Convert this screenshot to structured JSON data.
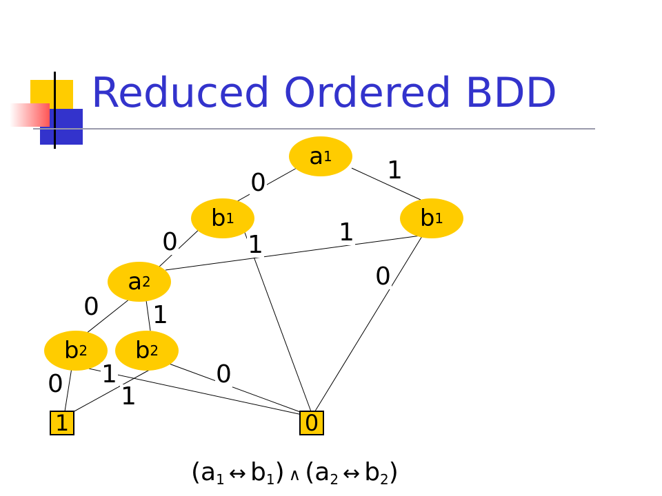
{
  "slide": {
    "title": "Reduced Ordered BDD",
    "colors": {
      "title": "#3333cc",
      "node_fill": "#ffcc00",
      "deco_yellow": "#ffcc00",
      "deco_blue": "#3333cc",
      "deco_red": "#ff3333"
    }
  },
  "diagram": {
    "nodes": [
      {
        "id": "root",
        "var": "a",
        "sub": "1"
      },
      {
        "id": "b1-left",
        "var": "b",
        "sub": "1"
      },
      {
        "id": "b1-right",
        "var": "b",
        "sub": "1"
      },
      {
        "id": "a2",
        "var": "a",
        "sub": "2"
      },
      {
        "id": "b2-left",
        "var": "b",
        "sub": "2"
      },
      {
        "id": "b2-right",
        "var": "b",
        "sub": "2"
      }
    ],
    "terminals": [
      {
        "id": "terminal-1",
        "label": "1"
      },
      {
        "id": "terminal-0",
        "label": "0"
      }
    ],
    "edge_labels": [
      {
        "id": "root-low",
        "text": "0"
      },
      {
        "id": "root-high",
        "text": "1"
      },
      {
        "id": "b1l-low",
        "text": "0"
      },
      {
        "id": "b1l-high",
        "text": "1"
      },
      {
        "id": "b1r-high",
        "text": "1"
      },
      {
        "id": "b1r-low",
        "text": "0"
      },
      {
        "id": "a2-low",
        "text": "0"
      },
      {
        "id": "a2-high",
        "text": "1"
      },
      {
        "id": "b2l-low",
        "text": "0"
      },
      {
        "id": "b2l-high",
        "text": "1"
      },
      {
        "id": "b2r-high",
        "text": "1"
      },
      {
        "id": "b2r-low",
        "text": "0"
      }
    ]
  },
  "formula": {
    "open1": "(a",
    "sub1": "1",
    "iff1": "↔",
    "b1": "b",
    "sub2": "1",
    "close1": ")",
    "and": "∧",
    "open2": "(a",
    "sub3": "2",
    "iff2": "↔",
    "b2": "b",
    "sub4": "2",
    "close2": ")"
  }
}
